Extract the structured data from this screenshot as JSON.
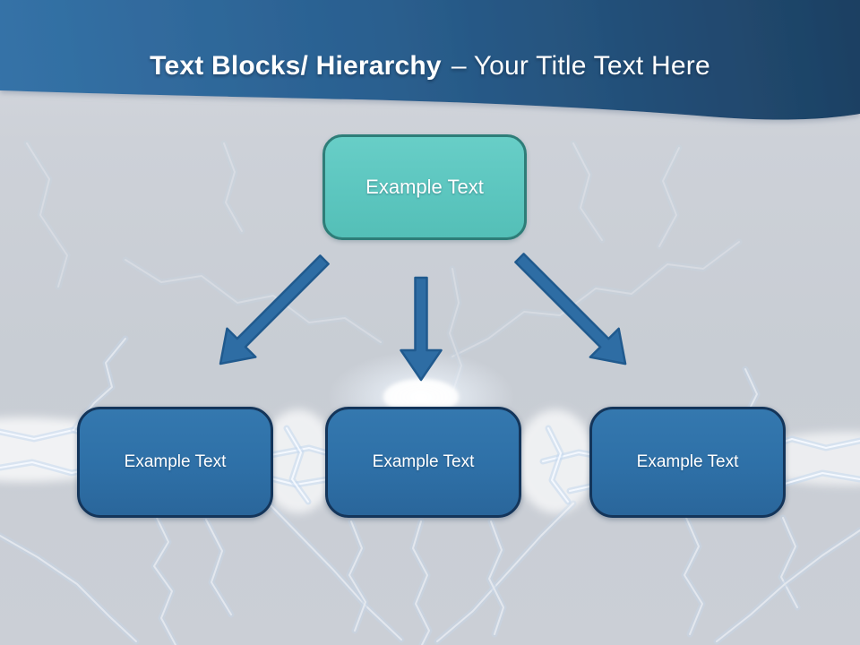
{
  "slide": {
    "title": {
      "emphasis": "Text Blocks/ Hierarchy",
      "rest": "– Your Title Text Here"
    }
  },
  "diagram": {
    "root": {
      "label": "Example Text"
    },
    "children": [
      {
        "label": "Example Text"
      },
      {
        "label": "Example Text"
      },
      {
        "label": "Example Text"
      }
    ]
  },
  "colors": {
    "header_dark": "#1e4163",
    "header_light": "#34719f",
    "root_fill": "#5cc6bf",
    "root_border": "#2e7d78",
    "child_fill": "#2e70a7",
    "child_border": "#14355a",
    "arrow_fill": "#2e6da4",
    "background": "#c8cdd4",
    "title_text": "#ffffff"
  }
}
